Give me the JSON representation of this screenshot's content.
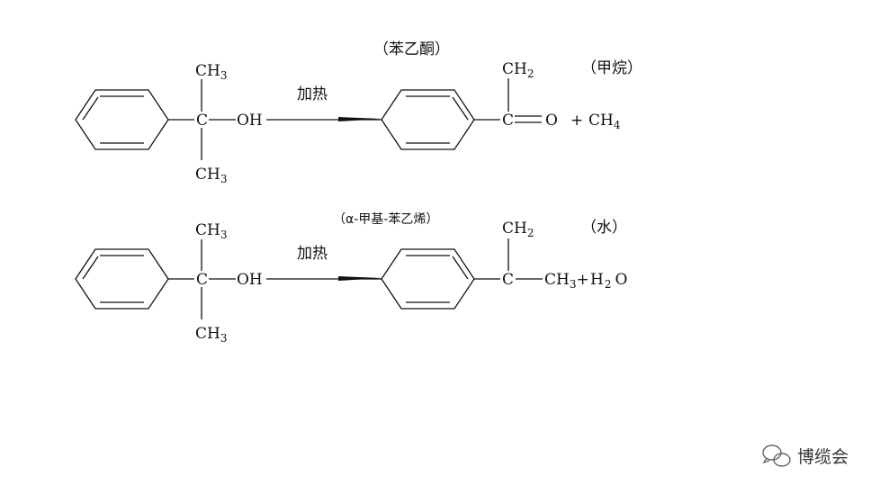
{
  "reaction1": {
    "product_name": "（苯乙酮）",
    "byproduct_name": "（甲烷）",
    "condition": "加热",
    "reactant": {
      "top": "CH",
      "top_sub": "3",
      "center": "C",
      "oh": "OH",
      "bottom": "CH",
      "bottom_sub": "3"
    },
    "product": {
      "top": "CH",
      "top_sub": "2",
      "center": "C",
      "double_o": "O",
      "plus": "+",
      "ch4": "CH",
      "ch4_sub": "4"
    }
  },
  "reaction2": {
    "product_name": "（α-甲基-苯乙烯）",
    "byproduct_name": "（水）",
    "condition": "加热",
    "reactant": {
      "top": "CH",
      "top_sub": "3",
      "center": "C",
      "oh": "OH",
      "bottom": "CH",
      "bottom_sub": "3"
    },
    "product": {
      "top": "CH",
      "top_sub": "2",
      "center": "C",
      "ch3": "CH",
      "ch3_sub": "3",
      "plus": "+",
      "h2o_h": "H",
      "h2o_sub": "2",
      "h2o_o": "O"
    }
  },
  "watermark": {
    "text": "博缆会",
    "icon": "wechat-icon"
  }
}
